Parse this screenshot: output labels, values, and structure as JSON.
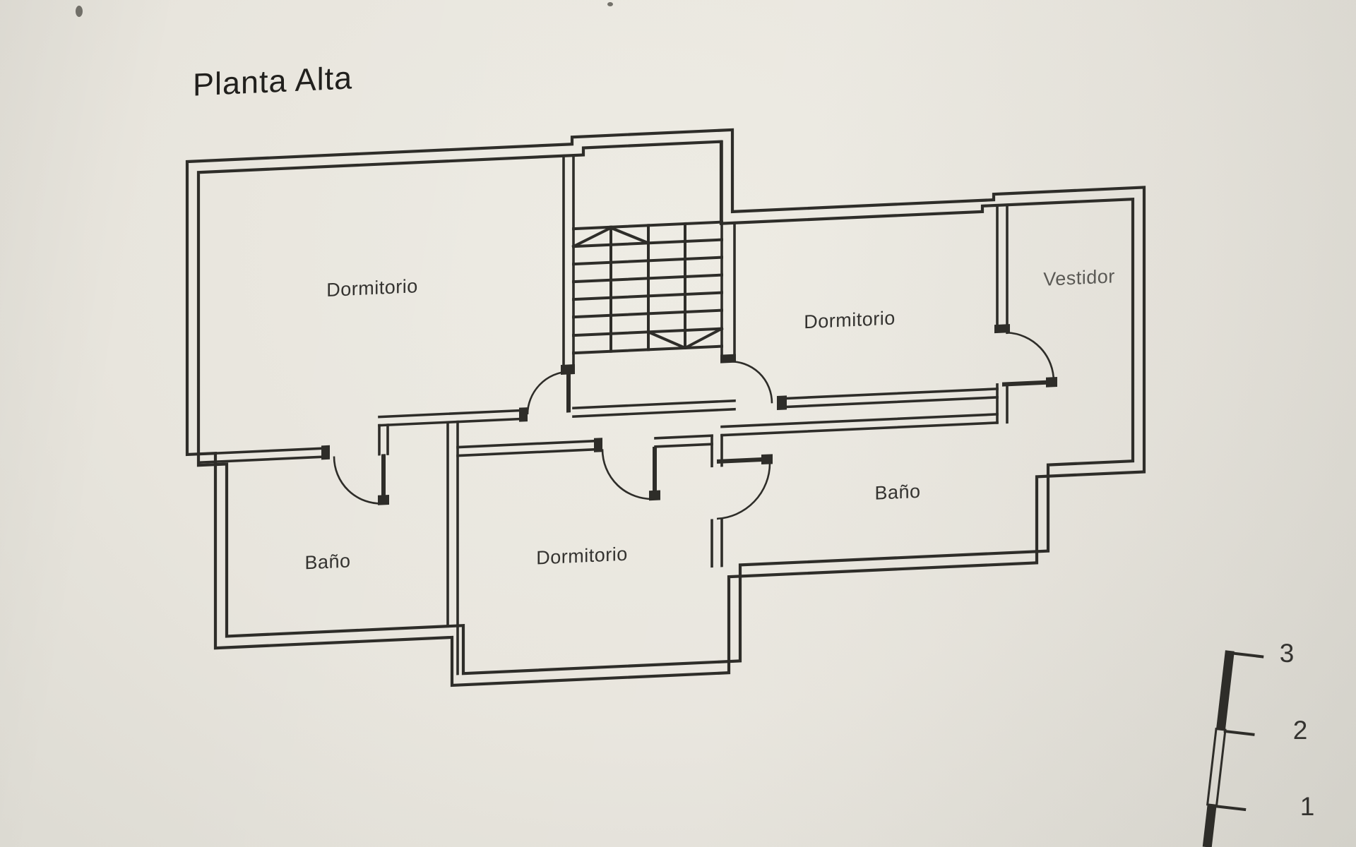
{
  "title": "Planta Alta",
  "rooms": {
    "dormitorio_main": {
      "label": "Dormitorio"
    },
    "dormitorio_right": {
      "label": "Dormitorio"
    },
    "dormitorio_bottom": {
      "label": "Dormitorio"
    },
    "bano_left": {
      "label": "Baño"
    },
    "bano_right": {
      "label": "Baño"
    },
    "vestidor": {
      "label": "Vestidor"
    }
  },
  "scale_bar": {
    "marks": [
      "3",
      "2",
      "1"
    ]
  },
  "colors": {
    "paper": "#e8e5dd",
    "paper_light": "#edebe3",
    "paper_dark": "#dcdad2",
    "ink": "#2e2d29",
    "ink_text": "#343330"
  }
}
